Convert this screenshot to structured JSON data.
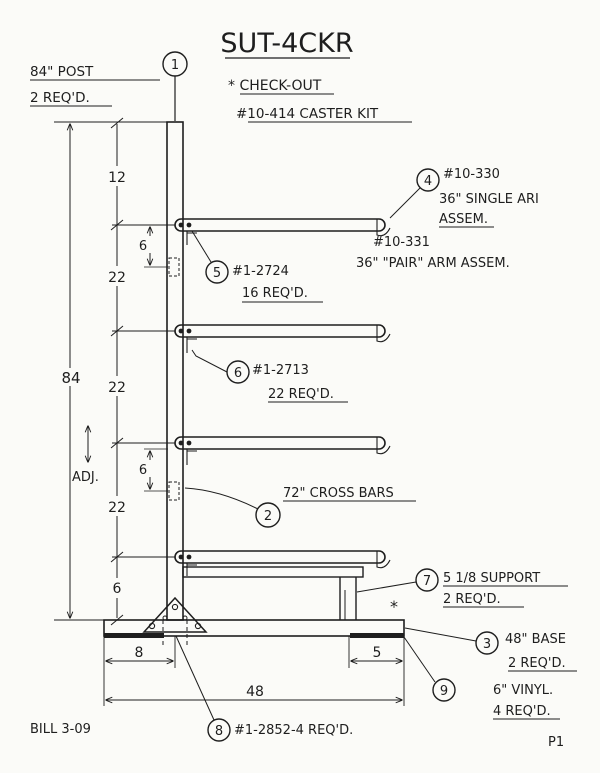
{
  "title": "SUT-4CKR",
  "notes": {
    "check_out": "* CHECK-OUT",
    "caster_kit": "#10-414 CASTER KIT"
  },
  "callouts": [
    {
      "num": "1",
      "lines": [
        "84\" POST",
        "2 REQ'D."
      ]
    },
    {
      "num": "4",
      "lines": [
        "#10-330",
        "36\" SINGLE ARI",
        "ASSEM.",
        "#10-331",
        "36\" \"PAIR\" ARM ASSEM."
      ]
    },
    {
      "num": "5",
      "lines": [
        "#1-2724",
        "16 REQ'D."
      ]
    },
    {
      "num": "6",
      "lines": [
        "#1-2713",
        "22 REQ'D."
      ]
    },
    {
      "num": "2",
      "lines": [
        "72\" CROSS BARS"
      ]
    },
    {
      "num": "7",
      "lines": [
        "5 1/8 SUPPORT",
        "2 REQ'D."
      ]
    },
    {
      "num": "3",
      "lines": [
        "48\" BASE",
        "2 REQ'D."
      ]
    },
    {
      "num": "9",
      "lines": [
        "6\" VINYL.",
        "4 REQ'D."
      ]
    },
    {
      "num": "8",
      "lines": [
        "#1-2852-4 REQ'D."
      ]
    }
  ],
  "dimensions": {
    "overall": "84",
    "top": "12",
    "span1": "22",
    "span2": "22",
    "span3": "22",
    "bottom": "6",
    "hole1": "6",
    "hole2": "6",
    "adj": "ADJ.",
    "base_left": "8",
    "base_right": "5",
    "base_total": "48"
  },
  "asterisk": "*",
  "footer": {
    "bill": "BILL 3-09",
    "page": "P1"
  }
}
